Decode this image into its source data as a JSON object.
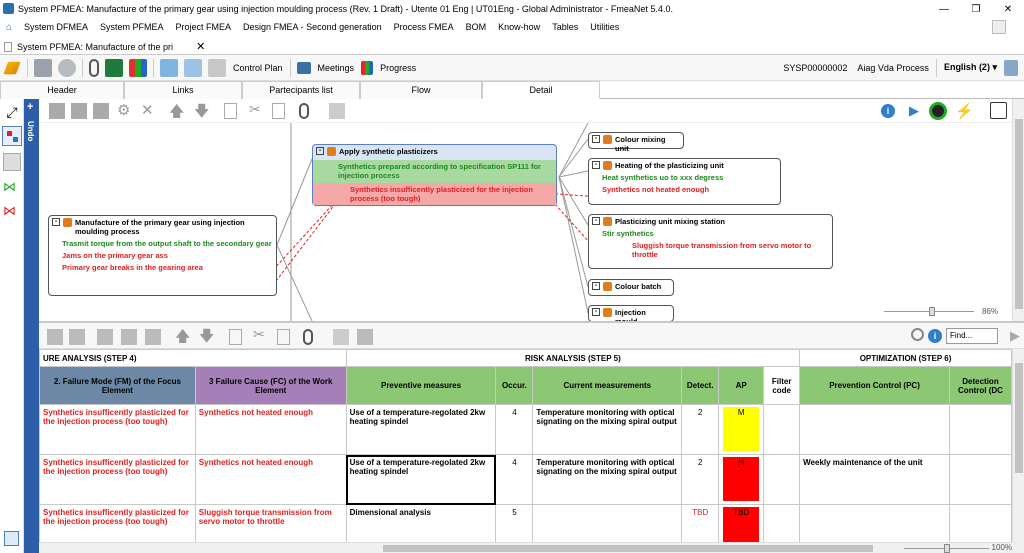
{
  "window": {
    "title": "System PFMEA: Manufacture of the primary gear using injection moulding process (Rev. 1 Draft) - Utente 01 Eng | UT01Eng - Global Administrator - FmeaNet 5.4.0."
  },
  "menu": [
    "System DFMEA",
    "System PFMEA",
    "Project FMEA",
    "Design FMEA - Second generation",
    "Process FMEA",
    "BOM",
    "Know-how",
    "Tables",
    "Utilities"
  ],
  "doc_tab": "System PFMEA: Manufacture of the pri",
  "toolbar": {
    "control_plan": "Control Plan",
    "meetings": "Meetings",
    "progress": "Progress",
    "code": "SYSP00000002",
    "standard": "Aiag Vda Process",
    "language": "English (2)"
  },
  "tabs": [
    "Header",
    "Links",
    "Partecipants list",
    "Flow",
    "Detail"
  ],
  "undo_label": "Undo",
  "tree": {
    "root": {
      "title": "Manufacture of the primary gear using injection moulding process",
      "function": "Trasmit torque from the output shaft to the secondary gear",
      "failures": [
        "Jams on the primary gear ass",
        "Primary gear breaks in the gearing area"
      ]
    },
    "step": {
      "title": "Apply synthetic plasticizers",
      "function": "Synthetics prepared according to specification SP111 for injection process",
      "failure": "Synthetics insufficently plasticized for the injection process (too tough)"
    },
    "items": [
      {
        "title": "Colour mixing unit"
      },
      {
        "title": "Heating of the plasticizing unit",
        "function": "Heat synthetics uo to xxx degress",
        "failure": "Synthetics not heated enough"
      },
      {
        "title": "Plasticizing unit mixing station",
        "function": "Stir synthetics",
        "failure": "Sluggish torque transmission from servo  motor to throttle"
      },
      {
        "title": "Colour batch"
      },
      {
        "title": "Injection mould"
      }
    ],
    "zoom": "86%"
  },
  "find_placeholder": "Find...",
  "grid": {
    "sections": [
      "URE ANALYSIS (STEP 4)",
      "RISK ANALYSIS (STEP 5)",
      "OPTIMIZATION (STEP 6)"
    ],
    "headers": [
      "2. Failure Mode (FM) of the Focus Element",
      "3 Failure Cause (FC) of the Work Element",
      "Preventive measures",
      "Occur.",
      "Current measurements",
      "Detect.",
      "AP",
      "Filter code",
      "Prevention Control (PC)",
      "Detection Control (DC"
    ],
    "rows": [
      {
        "fm": "Synthetics insufficently plasticized for the injection process (too tough)",
        "fc": "Synthetics not heated enough",
        "pm": "Use of a temperature-regolated 2kw heating spindel",
        "occ": "4",
        "cm": "Temperature monitoring with optical signating on the mixing spiral output",
        "det": "2",
        "ap": "M",
        "apc": "#ffff00",
        "pc": ""
      },
      {
        "fm": "Synthetics insufficently plasticized for the injection process (too tough)",
        "fc": "Synthetics not heated enough",
        "pm": "Use of a temperature-regolated 2kw heating spindel",
        "occ": "4",
        "cm": "Temperature monitoring with optical signating on the mixing spiral output",
        "det": "2",
        "ap": "H",
        "apc": "#ff0000",
        "pc": "Weekly maintenance of the unit"
      },
      {
        "fm": "Synthetics insufficently plasticized for the injection process (too tough)",
        "fc": "Sluggish torque transmission from servo  motor to throttle",
        "pm": "Dimensional analysis",
        "occ": "5",
        "cm": "",
        "det": "TBD",
        "ap": "TBD",
        "apc": "#ff0000",
        "pc": ""
      }
    ]
  },
  "bottom_zoom": "100%"
}
